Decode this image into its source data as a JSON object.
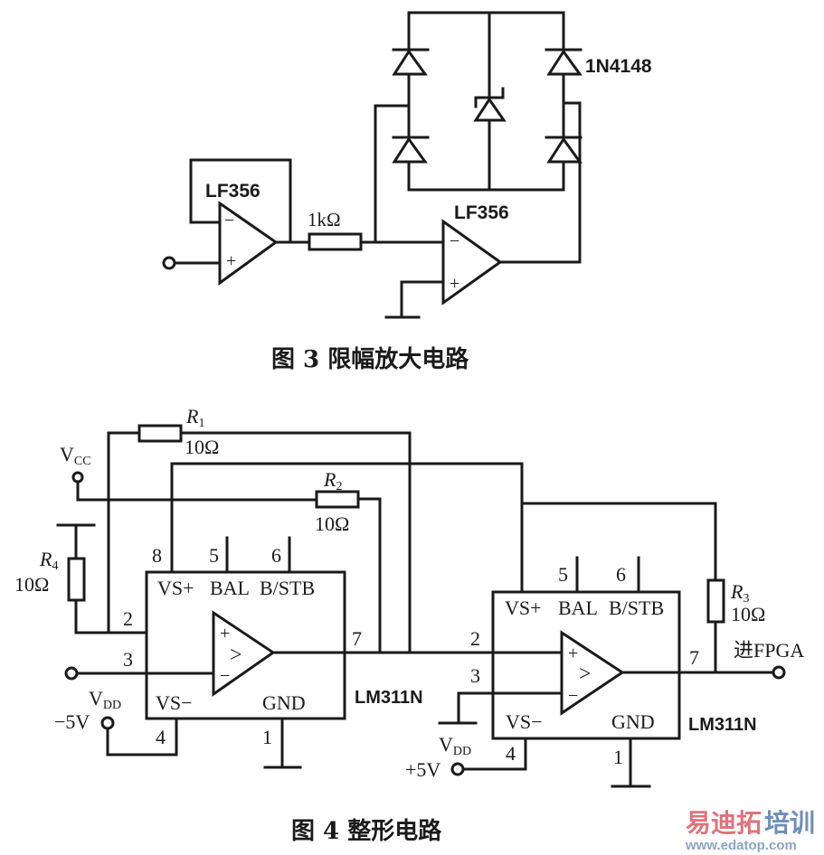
{
  "figure3": {
    "caption": "图 3  限幅放大电路",
    "opamp1_label": "LF356",
    "opamp2_label": "LF356",
    "resistor_label": "1kΩ",
    "diode_label": "1N4148",
    "minus": "−",
    "plus": "+"
  },
  "figure4": {
    "caption": "图 4  整形电路",
    "vcc_label": "V",
    "vcc_sub": "CC",
    "r1": {
      "name": "R",
      "sub": "1",
      "value": "10Ω"
    },
    "r2": {
      "name": "R",
      "sub": "2",
      "value": "10Ω"
    },
    "r3": {
      "name": "R",
      "sub": "3",
      "value": "10Ω"
    },
    "r4": {
      "name": "R",
      "sub": "4",
      "value": "10Ω"
    },
    "comparator1": {
      "chip": "LM311N",
      "pin_labels": [
        "VS+",
        "BAL",
        "B/STB",
        "VS−",
        "GND"
      ],
      "pins": {
        "p8": "8",
        "p5": "5",
        "p6": "6",
        "p2": "2",
        "p3": "3",
        "p7": "7",
        "p4": "4",
        "p1": "1"
      },
      "vdd_label": "V",
      "vdd_sub": "DD",
      "vdd_value": "−5V"
    },
    "comparator2": {
      "chip": "LM311N",
      "pin_labels": [
        "VS+",
        "BAL",
        "B/STB",
        "VS−",
        "GND"
      ],
      "pins": {
        "p5": "5",
        "p6": "6",
        "p2": "2",
        "p3": "3",
        "p7": "7",
        "p4": "4",
        "p1": "1"
      },
      "vdd_label": "V",
      "vdd_sub": "DD",
      "vdd_value": "+5V"
    },
    "output_label": "进FPGA",
    "plus": "+",
    "minus": "−",
    "gt": ">"
  },
  "watermark": {
    "title_part1": "易迪拓",
    "title_part2": "培训",
    "url": "www.edatop.com"
  }
}
